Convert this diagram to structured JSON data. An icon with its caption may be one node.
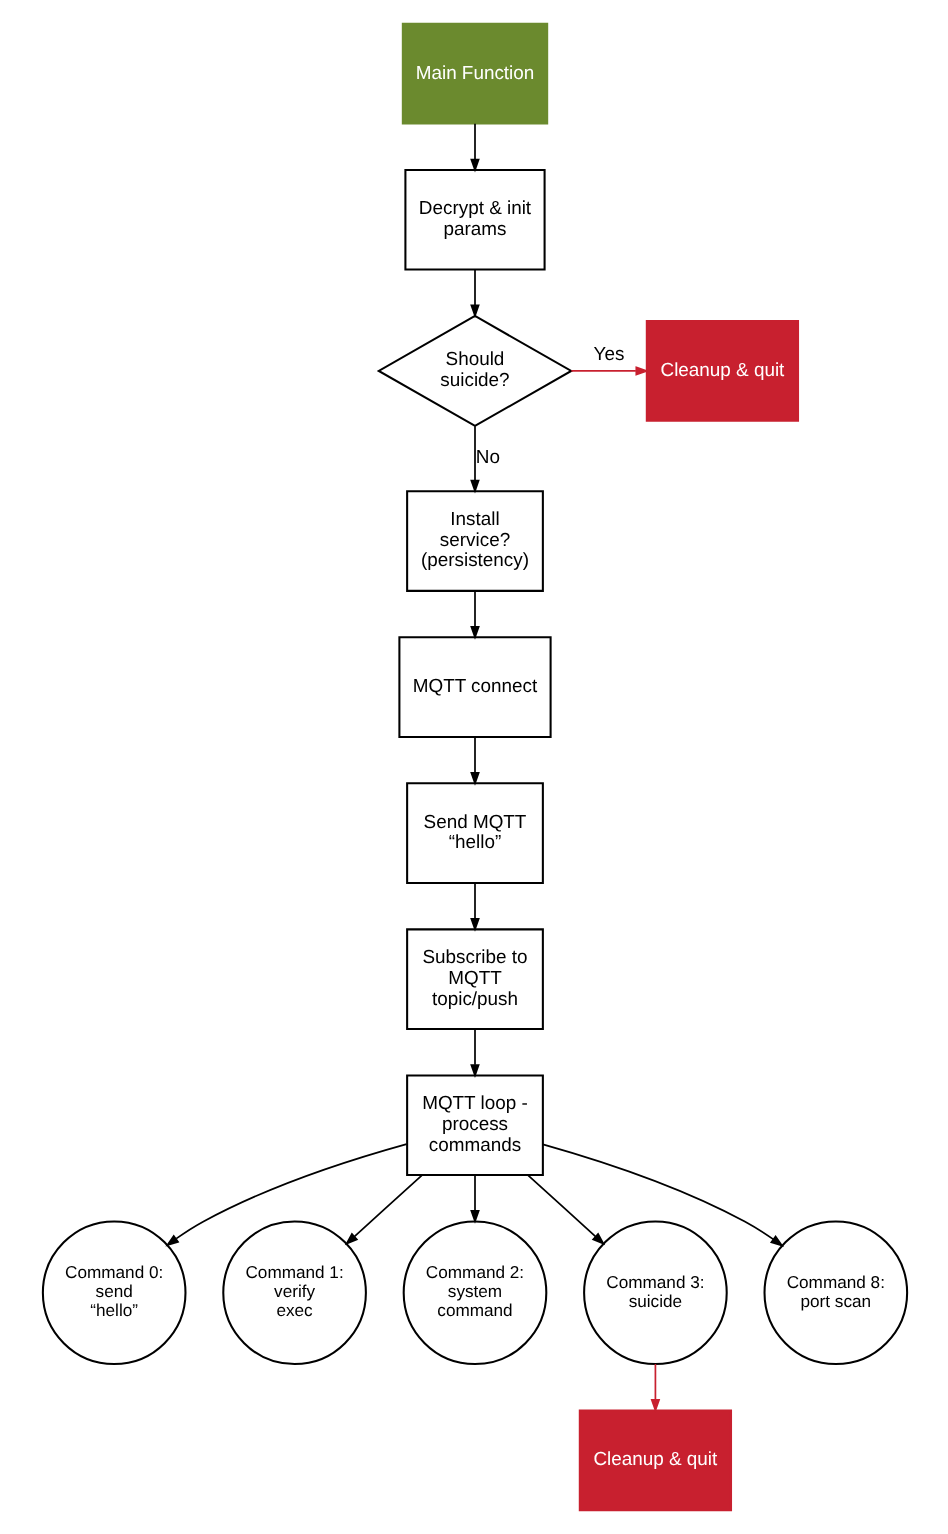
{
  "diagram": {
    "nodes": [
      {
        "text": [
          "Main Function"
        ]
      },
      {
        "text": [
          "Decrypt & init params"
        ]
      },
      {
        "text": [
          "Should suicide?"
        ]
      },
      {
        "text": [
          "Cleanup & quit"
        ]
      },
      {
        "text": [
          "Install service? (persistency)"
        ]
      },
      {
        "text": [
          "MQTT connect"
        ]
      },
      {
        "text": [
          "Send MQTT “hello”"
        ]
      },
      {
        "text": [
          "Subscribe to MQTT topic/push"
        ]
      },
      {
        "text": [
          "MQTT loop - process commands"
        ]
      },
      {
        "text": [
          "Command 0: send “hello”"
        ]
      },
      {
        "text": [
          "Command 1: verify exec"
        ]
      },
      {
        "text": [
          "Command 2: system command"
        ]
      },
      {
        "text": [
          "Command 3: suicide"
        ]
      },
      {
        "text": [
          "Command 8: port scan"
        ]
      },
      {
        "text": [
          "Cleanup & quit"
        ]
      }
    ],
    "edges": [
      {
        "from": 0,
        "to": 1,
        "arrow": "to"
      },
      {
        "from": 1,
        "to": 2,
        "arrow": "to"
      },
      {
        "from": 2,
        "to": 3,
        "arrow": "to",
        "label": "Yes",
        "color": "#c8202f"
      },
      {
        "from": 2,
        "to": 4,
        "arrow": "to",
        "label": "No"
      },
      {
        "from": 4,
        "to": 5,
        "arrow": "to"
      },
      {
        "from": 5,
        "to": 6,
        "arrow": "to"
      },
      {
        "from": 6,
        "to": 7,
        "arrow": "to"
      },
      {
        "from": 7,
        "to": 8,
        "arrow": "to"
      },
      {
        "from": 8,
        "to": 9,
        "arrow": "to"
      },
      {
        "from": 8,
        "to": 10,
        "arrow": "to"
      },
      {
        "from": 8,
        "to": 11,
        "arrow": "to"
      },
      {
        "from": 8,
        "to": 12,
        "arrow": "to"
      },
      {
        "from": 8,
        "to": 13,
        "arrow": "to"
      },
      {
        "from": 12,
        "to": 14,
        "arrow": "to",
        "color": "#c8202f"
      }
    ]
  }
}
